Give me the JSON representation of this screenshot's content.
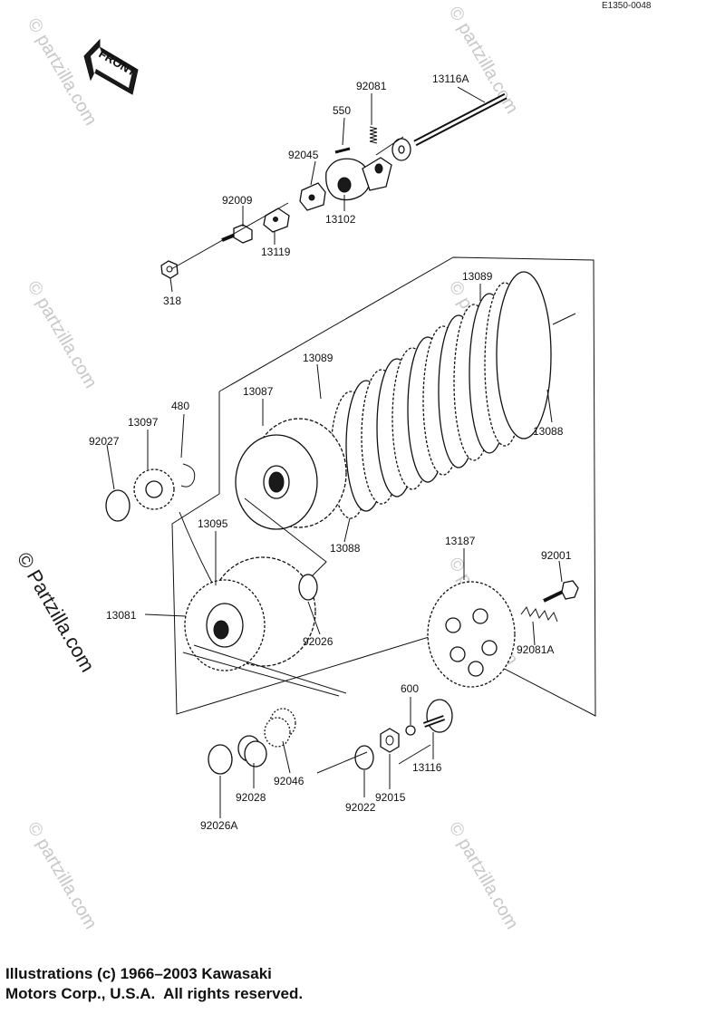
{
  "diagram_code": "E1350-0048",
  "front_label": "FRONT",
  "watermark_text": "© partzilla.com",
  "watermark_side_text": "© Partzilla.com",
  "copyright": {
    "line1": "Illustrations (c) 1966–2003 Kawasaki",
    "line2": "Motors Corp., U.S.A.  All rights reserved."
  },
  "part_labels": {
    "p13116A": "13116A",
    "p92081": "92081",
    "p550": "550",
    "p92045": "92045",
    "p13102": "13102",
    "p92009": "92009",
    "p13119": "13119",
    "p318": "318",
    "p13089_top": "13089",
    "p13089_mid": "13089",
    "p13087": "13087",
    "p13088_right": "13088",
    "p13088_bottom": "13088",
    "p480": "480",
    "p13097": "13097",
    "p92027": "92027",
    "p13095": "13095",
    "p13081": "13081",
    "p92026": "92026",
    "p13187": "13187",
    "p92001": "92001",
    "p92081A": "92081A",
    "p600": "600",
    "p13116": "13116",
    "p92046": "92046",
    "p92028": "92028",
    "p92026A": "92026A",
    "p92022": "92022",
    "p92015": "92015"
  }
}
